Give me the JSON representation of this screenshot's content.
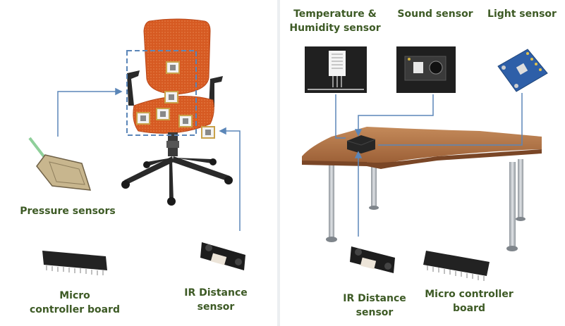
{
  "colors": {
    "label_text": "#3d5a25",
    "connector": "#5b86b8",
    "chair_orange": "#d65a22",
    "chair_base": "#2a2a2a",
    "desk_top": "#b87a4b",
    "desk_legs": "#b9bec4",
    "chip": "#222222",
    "sensor_board_blue": "#2e5fa8",
    "ir_sensor": "#1d1d1d"
  },
  "left": {
    "pressure_label": "Pressure sensors",
    "micro_board_label": [
      "Micro",
      "controller board"
    ],
    "ir_label": [
      "IR Distance",
      "sensor"
    ]
  },
  "right": {
    "temp_humidity_label": [
      "Temperature &",
      "Humidity sensor"
    ],
    "sound_label": "Sound sensor",
    "light_label": "Light sensor",
    "ir_label": [
      "IR Distance",
      "sensor"
    ],
    "micro_board_label": [
      "Micro controller",
      "board"
    ]
  }
}
